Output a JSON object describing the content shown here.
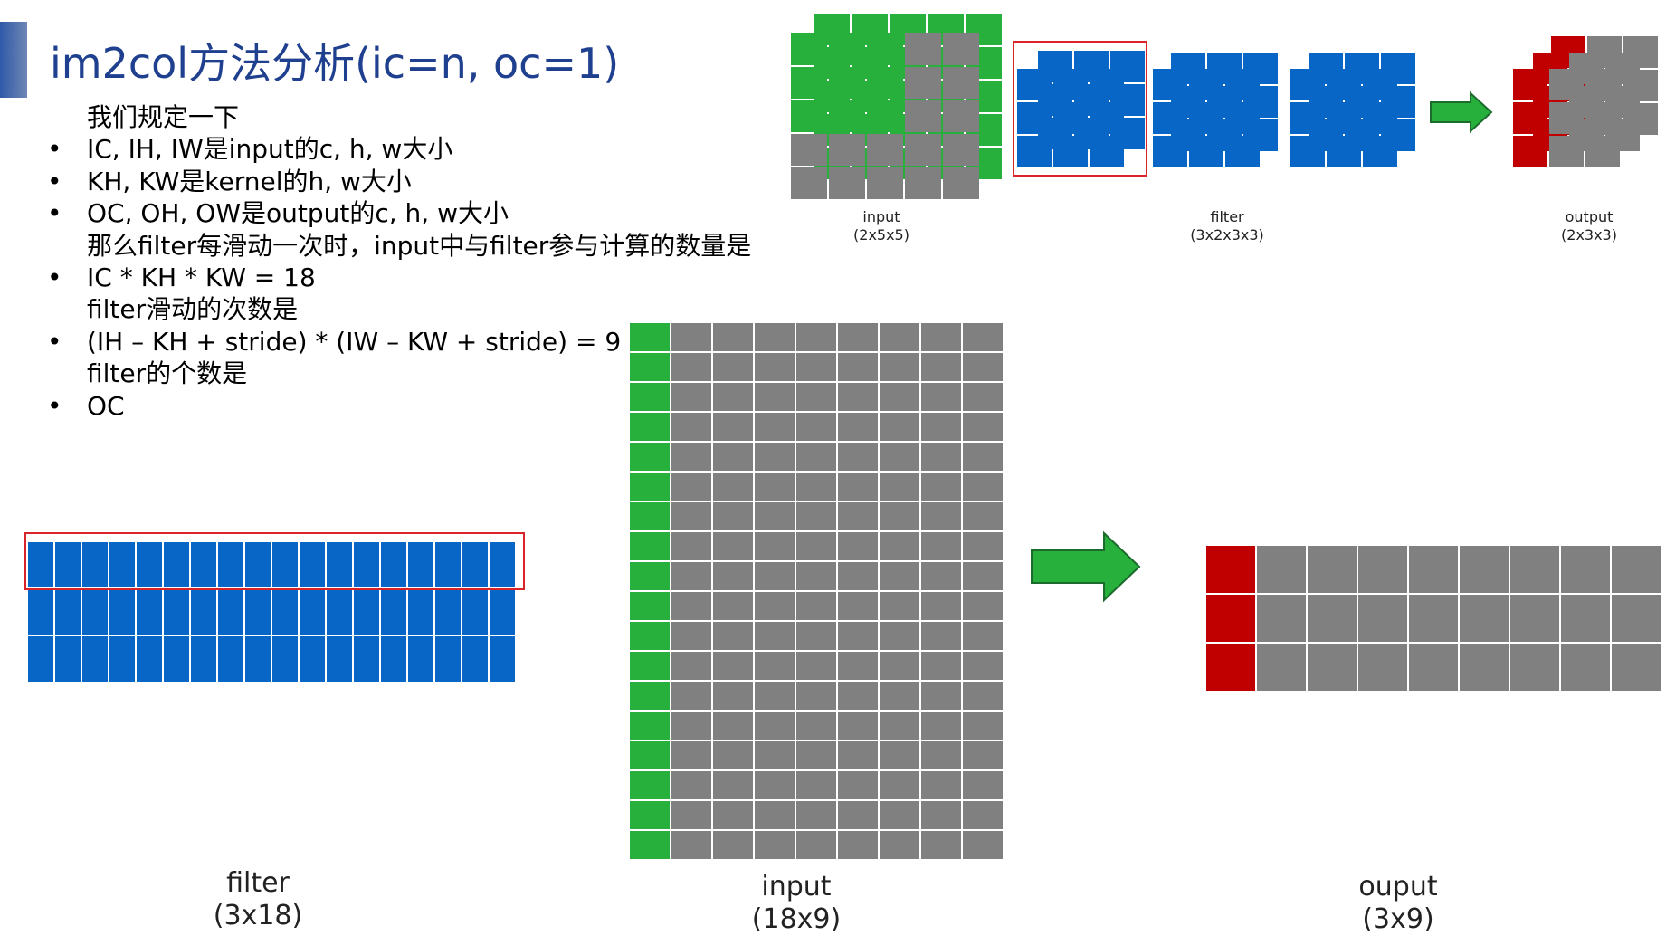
{
  "title": "im2col方法分析(ic=n, oc=1)",
  "text_lines": [
    {
      "bullet": "",
      "text": "我们规定一下"
    },
    {
      "bullet": "•",
      "text": "IC, IH, IW是input的c, h, w大小"
    },
    {
      "bullet": "•",
      "text": "KH, KW是kernel的h, w大小"
    },
    {
      "bullet": "•",
      "text": "OC, OH, OW是output的c, h, w大小"
    },
    {
      "bullet": "",
      "text": "那么filter每滑动一次时，input中与filter参与计算的数量是"
    },
    {
      "bullet": "•",
      "text": "IC * KH * KW = 18"
    },
    {
      "bullet": "",
      "text": "filter滑动的次数是"
    },
    {
      "bullet": "•",
      "text": "(IH – KH + stride) * (IW – KW + stride) = 9"
    },
    {
      "bullet": "",
      "text": "filter的个数是"
    },
    {
      "bullet": "•",
      "text": "OC"
    }
  ],
  "top_diagram": {
    "input_label": "input",
    "input_dims": "(2x5x5)",
    "filter_label": "filter",
    "filter_dims": "(3x2x3x3)",
    "output_label": "output",
    "output_dims": "(2x3x3)"
  },
  "bottom_diagram": {
    "filter_label": "filter",
    "filter_dims": "(3x18)",
    "input_label": "input",
    "input_dims": "(18x9)",
    "output_label": "ouput",
    "output_dims": "(3x9)"
  },
  "colors": {
    "title": "#1f3f8f",
    "green": "#27b03c",
    "blue": "#0866c6",
    "gray": "#808080",
    "red": "#c00000",
    "highlight_border": "#d9242a"
  }
}
